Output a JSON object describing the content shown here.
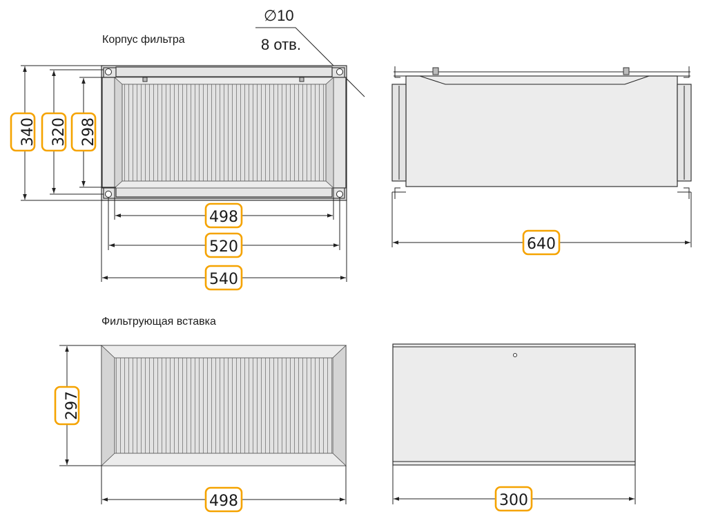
{
  "labels": {
    "housing": "Корпус фильтра",
    "insert": "Фильтрующая вставка",
    "hole_diameter": "∅10",
    "hole_count": "8 отв."
  },
  "dimensions": {
    "h340": "340",
    "h320": "320",
    "h298": "298",
    "w498": "498",
    "w520": "520",
    "w540": "540",
    "w640": "640",
    "h297": "297",
    "w498_insert": "498",
    "w300": "300"
  },
  "colors": {
    "accent": "#f5a300",
    "line": "#222222",
    "fill": "#e4e4e4"
  }
}
